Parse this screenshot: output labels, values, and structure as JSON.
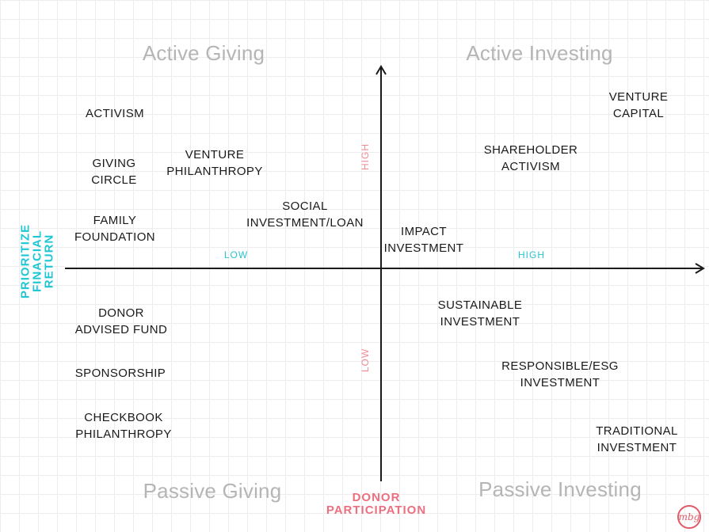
{
  "quadrants": {
    "top_left": "Active Giving",
    "top_right": "Active Investing",
    "bottom_left": "Passive Giving",
    "bottom_right": "Passive Investing"
  },
  "axes": {
    "horizontal_title": "DONOR\nPARTICIPATION",
    "vertical_title": "PRIORITIZE\nFINACIAL\nRETURN",
    "horizontal_low": "LOW",
    "horizontal_high": "HIGH",
    "vertical_high": "HIGH",
    "vertical_low": "LOW"
  },
  "items": {
    "activism": "ACTIVISM",
    "giving_circle": "GIVING\nCIRCLE",
    "family_foundation": "FAMILY\nFOUNDATION",
    "venture_philanthropy": "VENTURE\nPHILANTHROPY",
    "social_investment_loan": "SOCIAL\nINVESTMENT/LOAN",
    "impact_investment": "IMPACT\nINVESTMENT",
    "shareholder_activism": "SHAREHOLDER\nACTIVISM",
    "venture_capital": "VENTURE\nCAPITAL",
    "donor_advised_fund": "DONOR\nADVISED FUND",
    "sponsorship": "SPONSORSHIP",
    "checkbook_philanthropy": "CHECKBOOK\nPHILANTHROPY",
    "sustainable_investment": "SUSTAINABLE\nINVESTMENT",
    "responsible_esg_investment": "RESPONSIBLE/ESG\nINVESTMENT",
    "traditional_investment": "TRADITIONAL\nINVESTMENT"
  },
  "logo": {
    "text": "mbg",
    "color": "#e05a68"
  },
  "colors": {
    "axis": "#1a1a1a",
    "quadrant_label": "#b5b5b5",
    "teal": "#29c3d3",
    "pink": "#ec6f7f"
  }
}
